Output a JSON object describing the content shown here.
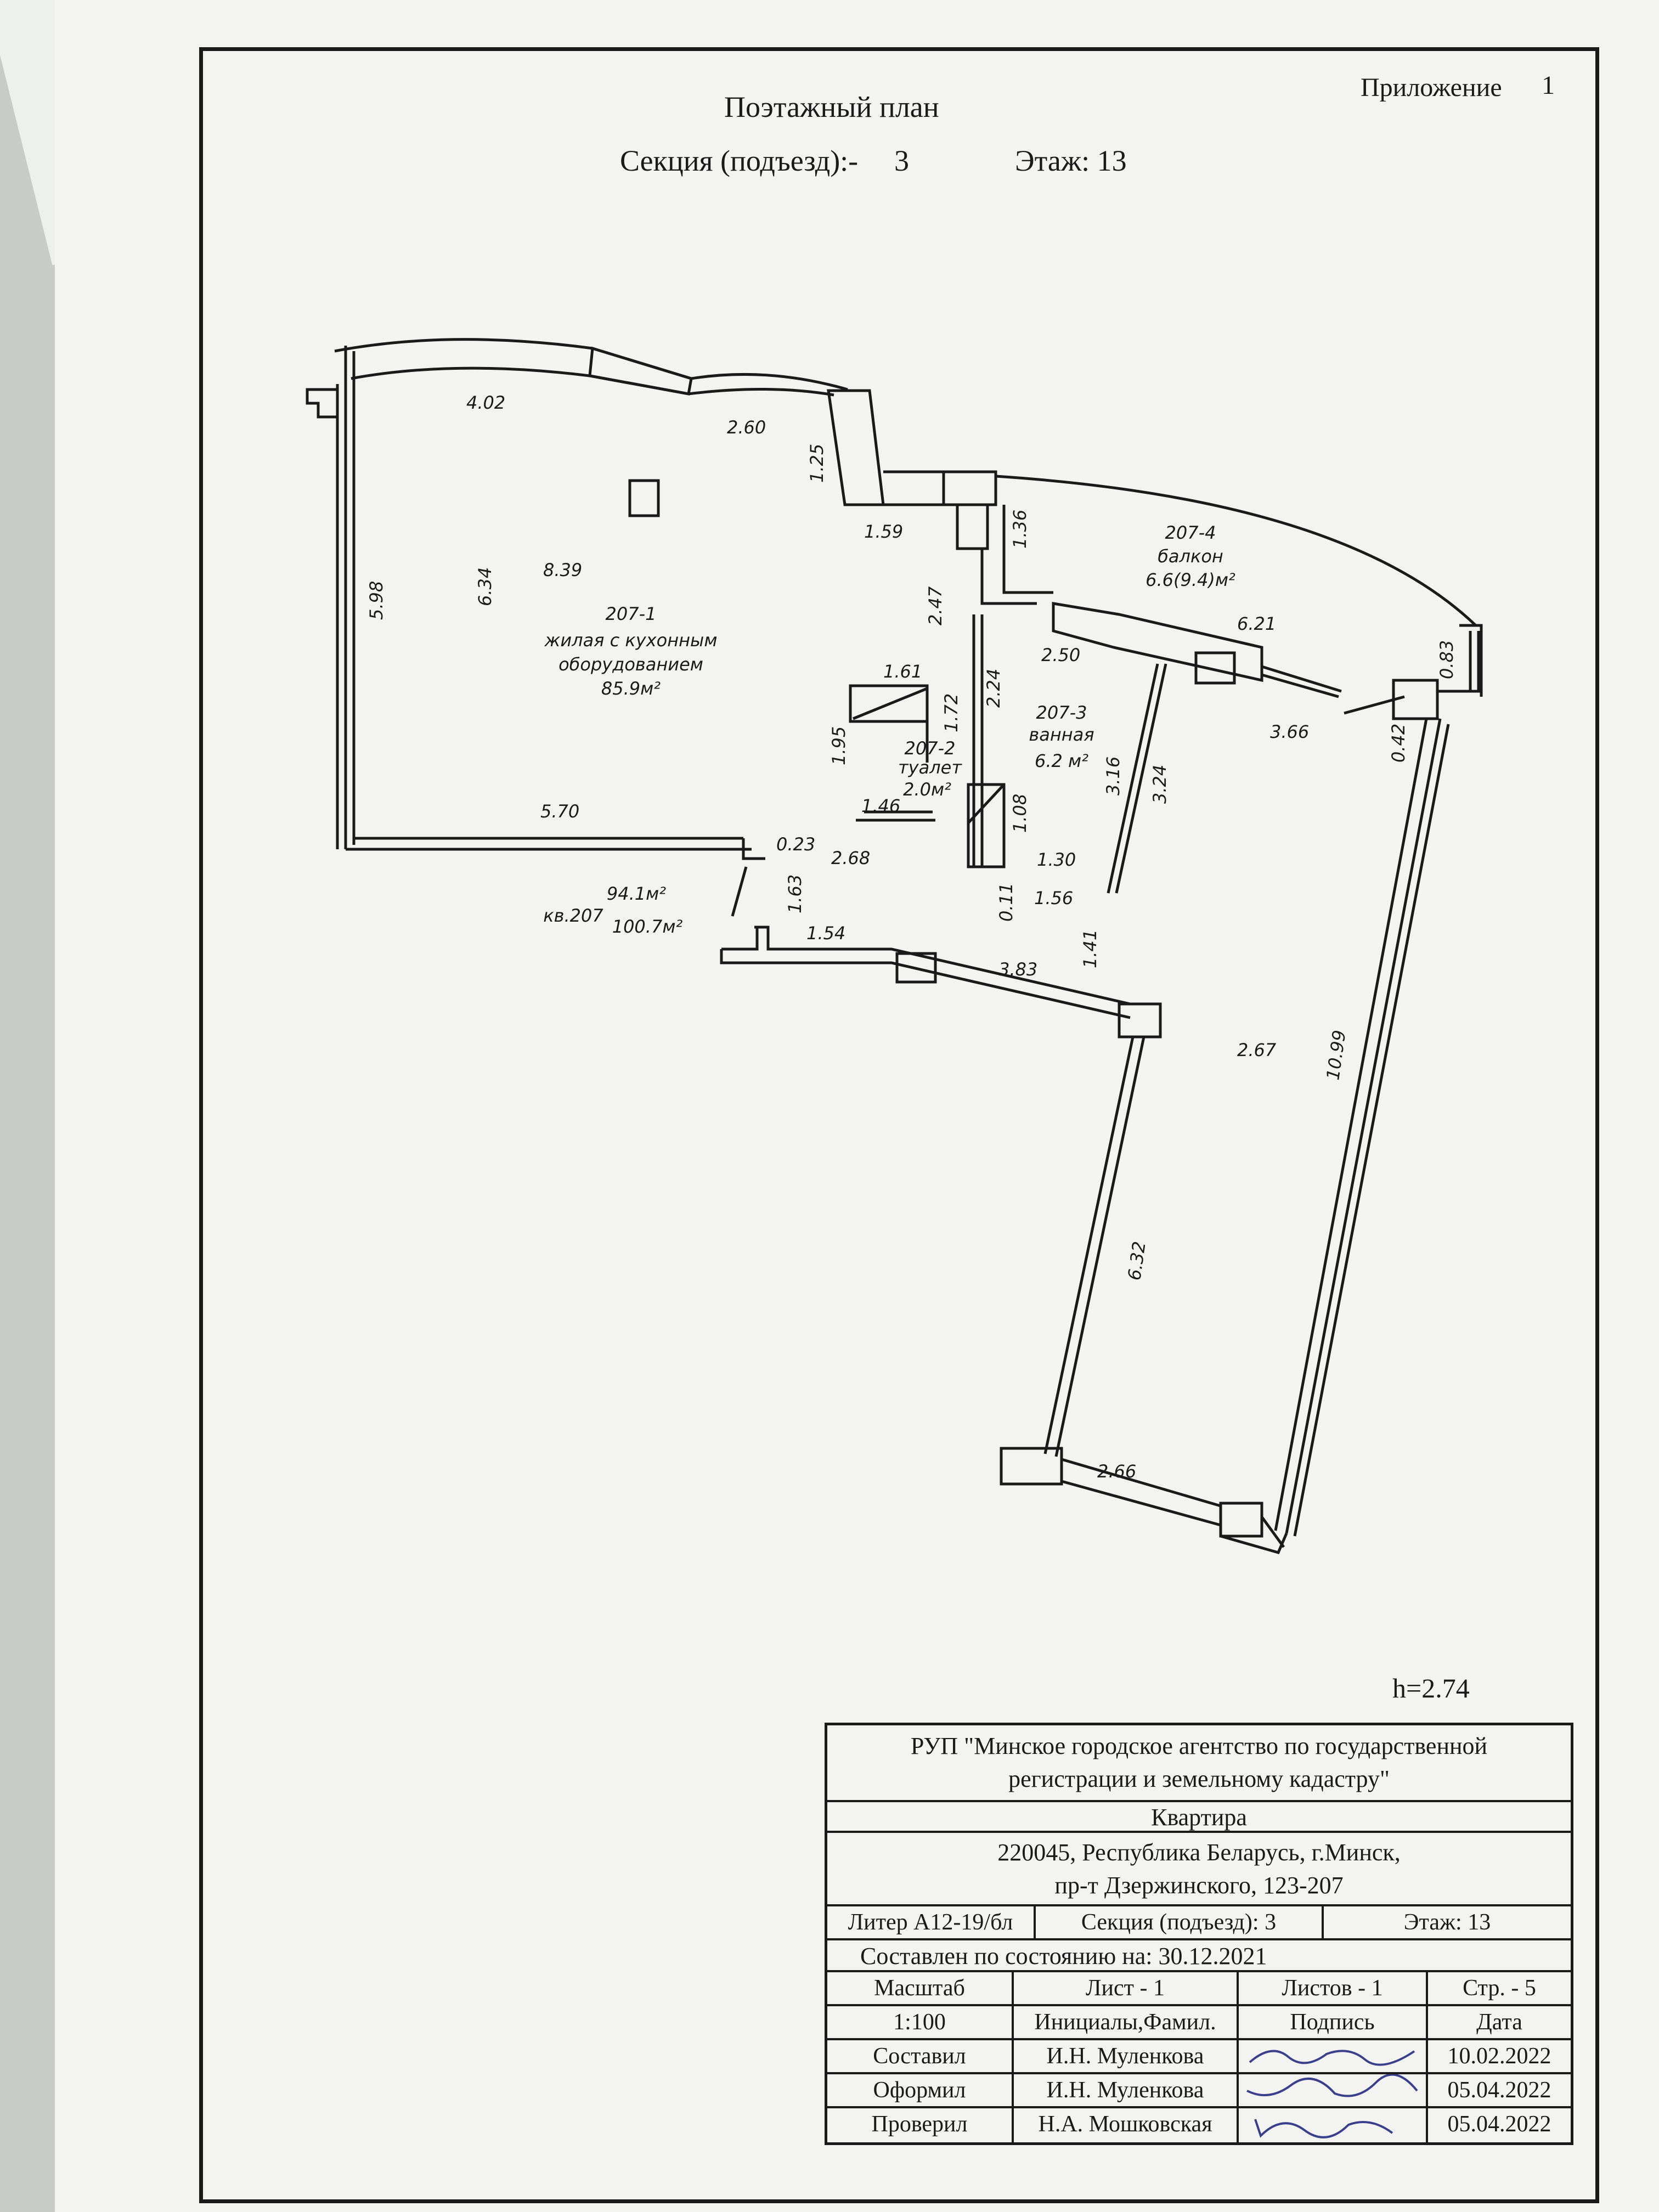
{
  "header": {
    "appendix_label": "Приложение",
    "appendix_number": "1",
    "title": "Поэтажный план",
    "section_label": "Секция (подъезд):-",
    "section_value": "3",
    "floor_label": "Этаж: 13"
  },
  "ceiling_height": "h=2.74",
  "rooms": {
    "living": {
      "id": "207-1",
      "name_line1": "жилая с кухонным",
      "name_line2": "оборудованием",
      "area": "85.9м²"
    },
    "toilet": {
      "id": "207-2",
      "name": "туалет",
      "area": "2.0м²"
    },
    "bath": {
      "id": "207-3",
      "name": "ванная",
      "area": "6.2 м²"
    },
    "balcony": {
      "id": "207-4",
      "name": "балкон",
      "area": "6.6(9.4)м²"
    }
  },
  "apartment": {
    "label": "кв.207",
    "area_living": "94.1м²",
    "area_total": "100.7м²"
  },
  "dimensions": {
    "d402": "4.02",
    "d260": "2.60",
    "d125": "1.25",
    "d159": "1.59",
    "d136": "1.36",
    "d598": "5.98",
    "d634": "6.34",
    "d839": "8.39",
    "d247": "2.47",
    "d621": "6.21",
    "d083": "0.83",
    "d250": "2.50",
    "d224": "2.24",
    "d161": "1.61",
    "d172": "1.72",
    "d195": "1.95",
    "d146": "1.46",
    "d108": "1.08",
    "d316": "3.16",
    "d324": "3.24",
    "d366": "3.66",
    "d042": "0.42",
    "d570": "5.70",
    "d023": "0.23",
    "d268": "2.68",
    "d130": "1.30",
    "d011": "0.11",
    "d156": "1.56",
    "d163": "1.63",
    "d154": "1.54",
    "d141": "1.41",
    "d383": "3.83",
    "d267": "2.67",
    "d1099": "10.99",
    "d632": "6.32",
    "d266": "2.66"
  },
  "stamp": {
    "org_line1": "РУП \"Минское городское агентство по государственной",
    "org_line2": "регистрации и земельному кадастру\"",
    "object": "Квартира",
    "address_line1": "220045, Республика Беларусь, г.Минск,",
    "address_line2": "пр-т Дзержинского, 123-207",
    "liter": "Литер А12-19/бл",
    "section": "Секция (подъезд): 3",
    "floor": "Этаж: 13",
    "state_label": "Составлен по состоянию на:",
    "state_date": "30.12.2021",
    "scale_label": "Масштаб",
    "scale_value": "1:100",
    "sheet": "Лист - 1",
    "sheets": "Листов - 1",
    "page": "Стр. - 5",
    "col_initials": "Инициалы,Фамил.",
    "col_signature": "Подпись",
    "col_date": "Дата",
    "rows": [
      {
        "role": "Составил",
        "name": "И.Н. Муленкова",
        "date": "10.02.2022"
      },
      {
        "role": "Оформил",
        "name": "И.Н. Муленкова",
        "date": "05.04.2022"
      },
      {
        "role": "Проверил",
        "name": "Н.А. Мошковская",
        "date": "05.04.2022"
      }
    ]
  }
}
